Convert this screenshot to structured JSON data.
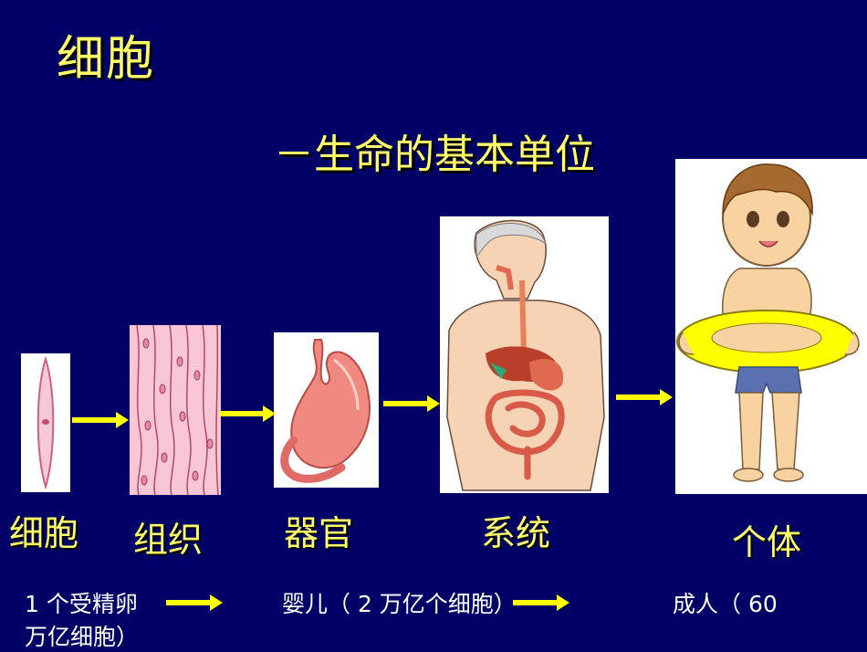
{
  "title": "细胞",
  "subtitle": "－生命的基本单位",
  "stages": {
    "cell": "细胞",
    "tissue": "组织",
    "organ": "器官",
    "system": "系统",
    "individual": "个体"
  },
  "notes": {
    "fertilized_egg": "1 个受精卵",
    "infant": "婴儿（ 2 万亿个细胞）",
    "adult_1": "成人（ 60",
    "adult_2": "万亿细胞）"
  },
  "colors": {
    "background": "#000066",
    "title": "#ffff66",
    "arrow": "#ffff00",
    "note": "#ffffff"
  },
  "icons": [
    "cell-image",
    "tissue-image",
    "stomach-image",
    "digestive-system-image",
    "child-image",
    "arrow-icon"
  ]
}
